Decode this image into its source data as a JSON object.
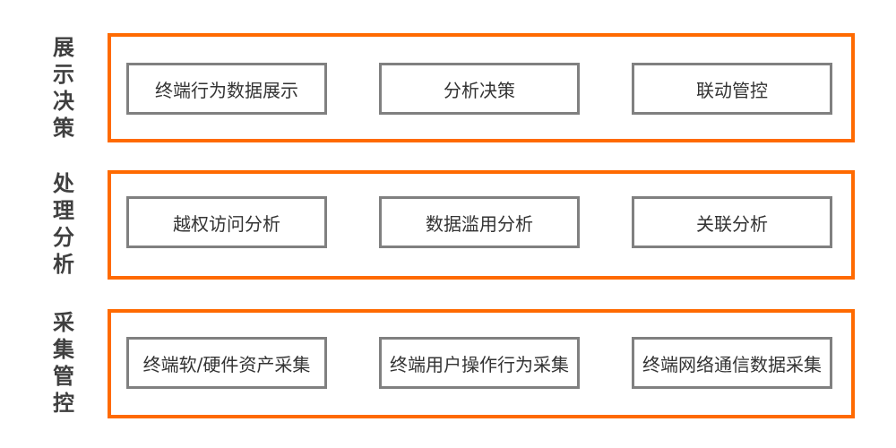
{
  "layers": [
    {
      "label": "展示决策",
      "items": [
        "终端行为数据展示",
        "分析决策",
        "联动管控"
      ]
    },
    {
      "label": "处理分析",
      "items": [
        "越权访问分析",
        "数据滥用分析",
        "关联分析"
      ]
    },
    {
      "label": "采集管控",
      "items": [
        "终端软/硬件资产采集",
        "终端用户操作行为采集",
        "终端网络通信数据采集"
      ]
    }
  ],
  "colors": {
    "layer_border": "#ff6a00",
    "box_border": "#808080"
  }
}
